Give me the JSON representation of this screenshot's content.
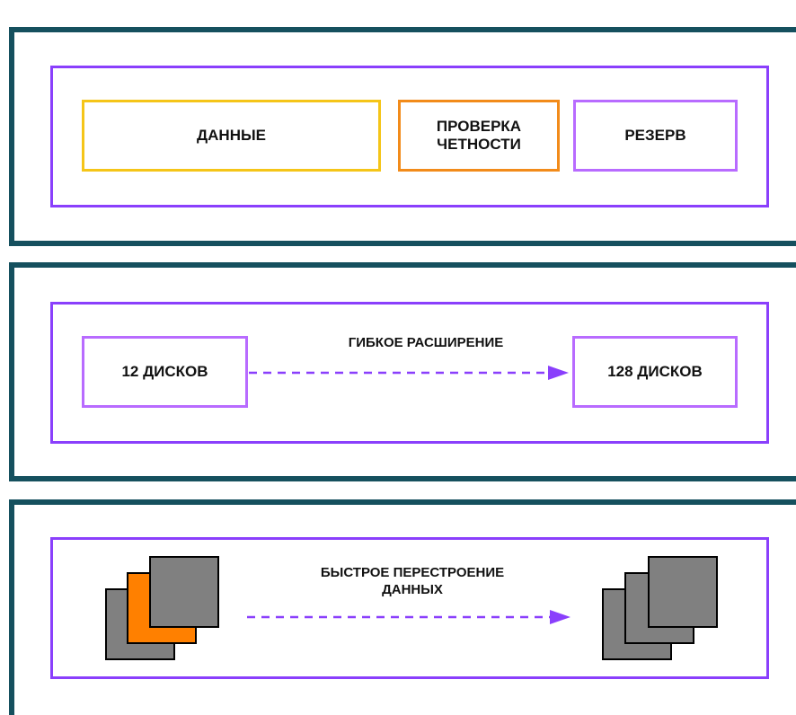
{
  "colors": {
    "panel_border": "#15505e",
    "inner_border": "#8a3ffc",
    "data_border": "#f5c518",
    "parity_border": "#f28b1a",
    "reserve_border": "#b86bff",
    "arrow": "#8a3ffc",
    "block_gray": "#808080",
    "block_orange": "#ff8000"
  },
  "layout_panel": {
    "data_label": "ДАННЫЕ",
    "parity_label": "ПРОВЕРКА\nЧЕТНОСТИ",
    "reserve_label": "РЕЗЕРВ"
  },
  "expansion_panel": {
    "from_label": "12 ДИСКОВ",
    "arrow_caption": "ГИБКОЕ РАСШИРЕНИЕ",
    "to_label": "128 ДИСКОВ"
  },
  "rebuild_panel": {
    "arrow_caption": "БЫСТРОЕ ПЕРЕСТРОЕНИЕ\nДАННЫХ",
    "before_icon": "stacked-disks-with-failed-disk-icon",
    "after_icon": "stacked-disks-rebuilt-icon"
  }
}
